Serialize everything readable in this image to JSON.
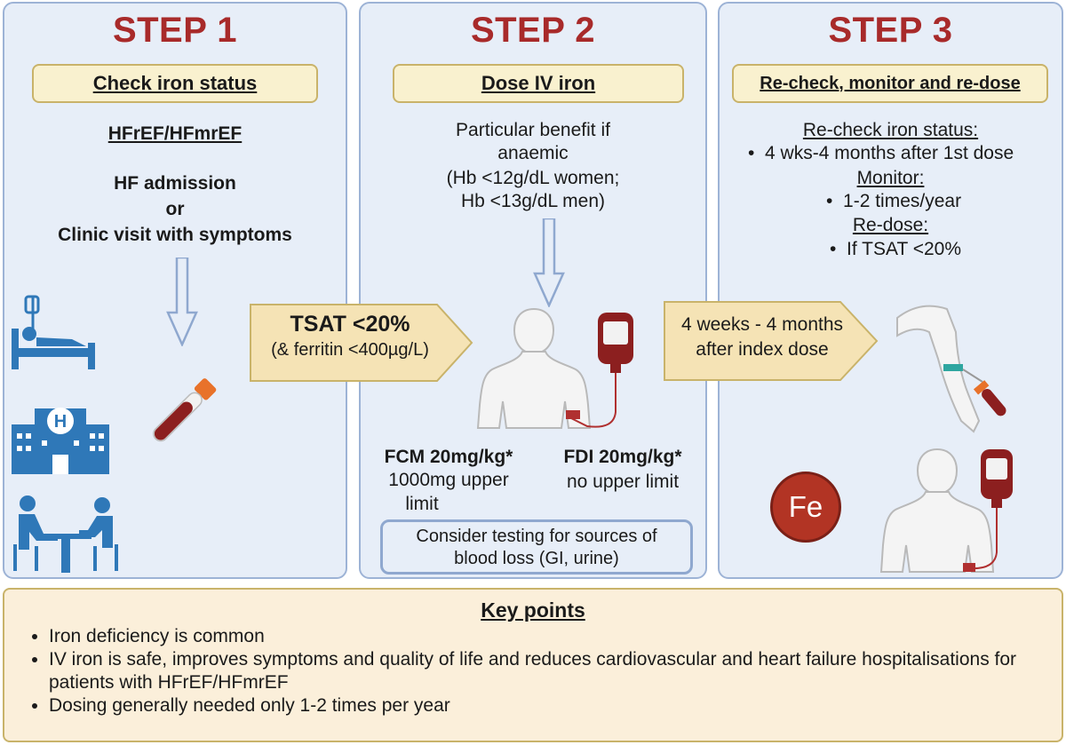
{
  "step1": {
    "title": "STEP 1",
    "label": "Check iron status",
    "hf_type": "HFrEF/HFmrEF",
    "trigger_line1": "HF admission",
    "trigger_line2": "or",
    "trigger_line3": "Clinic visit with symptoms"
  },
  "step2": {
    "title": "STEP 2",
    "label": "Dose IV iron",
    "benefit_line1": "Particular benefit if",
    "benefit_line2": "anaemic",
    "benefit_line3": "(Hb <12g/dL women;",
    "benefit_line4": "Hb <13g/dL men)",
    "fcm_title": "FCM 20mg/kg*",
    "fcm_line1": "1000mg upper",
    "fcm_line2": "limit",
    "fdi_title": "FDI 20mg/kg*",
    "fdi_line1": "no upper limit",
    "consider_line1": "Consider testing for sources of",
    "consider_line2": "blood loss (GI, urine)"
  },
  "step3": {
    "title": "STEP 3",
    "label": "Re-check, monitor and re-dose",
    "recheck_heading": "Re-check iron status:",
    "recheck_item": "4 wks-4 months after 1st dose",
    "monitor_heading": "Monitor:",
    "monitor_item": "1-2 times/year",
    "redose_heading": "Re-dose:",
    "redose_item": "If TSAT <20%",
    "fe_symbol": "Fe"
  },
  "arrow1": {
    "line1": "TSAT <20%",
    "line2": "(& ferritin <400µg/L)"
  },
  "arrow2": {
    "line1": "4 weeks - 4 months",
    "line2": "after index dose"
  },
  "key_points": {
    "title": "Key points",
    "items": [
      "Iron deficiency is common",
      "IV iron is safe, improves symptoms and quality of life and reduces cardiovascular and heart failure hospitalisations for patients with HFrEF/HFmrEF",
      "Dosing generally needed only 1-2 times per year"
    ]
  },
  "colors": {
    "step_title": "#a82a2a",
    "panel_bg": "#e7eef8",
    "panel_border": "#9db3d6",
    "label_bg": "#f9f1cf",
    "arrow_fill": "#f5e3b5",
    "icon_blue": "#2f78b8",
    "blood_red": "#8c1f1f"
  },
  "icons": [
    "hospital-bed-icon",
    "hospital-building-icon",
    "consultation-icon",
    "blood-tube-icon",
    "iv-bag-icon",
    "human-torso-icon",
    "arm-blood-draw-icon",
    "iron-fe-icon"
  ]
}
